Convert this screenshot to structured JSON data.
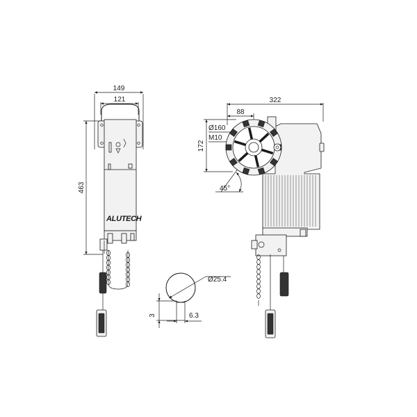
{
  "brand_label": "ALUTECH",
  "dimensions": {
    "width_outer": "149",
    "width_inner": "121",
    "height_total": "463",
    "length_total": "322",
    "offset_88": "88",
    "height_172": "172",
    "flange_diameter": "Ø160",
    "bolt_thread": "M10",
    "angle": "45°",
    "shaft_diameter": "Ø25.4",
    "key_height": "3",
    "key_width": "6.3"
  }
}
